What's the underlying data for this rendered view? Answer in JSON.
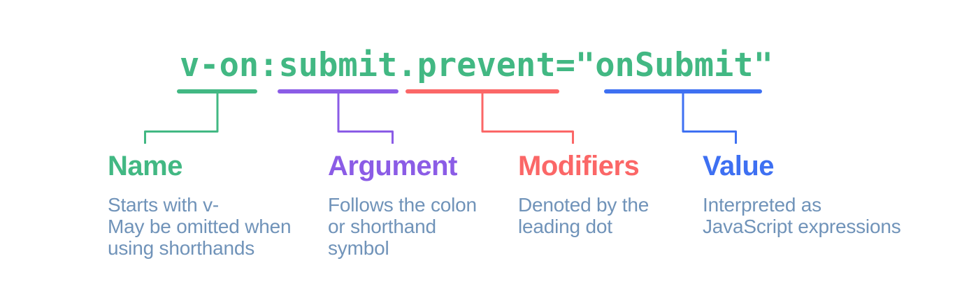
{
  "diagram": {
    "title_code": "v-on:submit.prevent=\"onSubmit\"",
    "colors": {
      "background": "#ffffff",
      "code_text": "#42b883",
      "description_text": "#7093b9",
      "name": "#42b883",
      "argument": "#8b5ce6",
      "modifiers": "#fb6767",
      "value": "#3e70f2"
    },
    "parts": [
      {
        "id": "name",
        "token": "v-on",
        "label": "Name",
        "description": "Starts with v-\nMay be omitted when\nusing shorthands"
      },
      {
        "id": "argument",
        "token": "submit",
        "label": "Argument",
        "description": "Follows the colon\nor shorthand\nsymbol"
      },
      {
        "id": "modifiers",
        "token": ".prevent",
        "label": "Modifiers",
        "description": "Denoted by the\nleading dot"
      },
      {
        "id": "value",
        "token": "onSubmit",
        "label": "Value",
        "description": "Interpreted as\nJavaScript expressions"
      }
    ]
  }
}
